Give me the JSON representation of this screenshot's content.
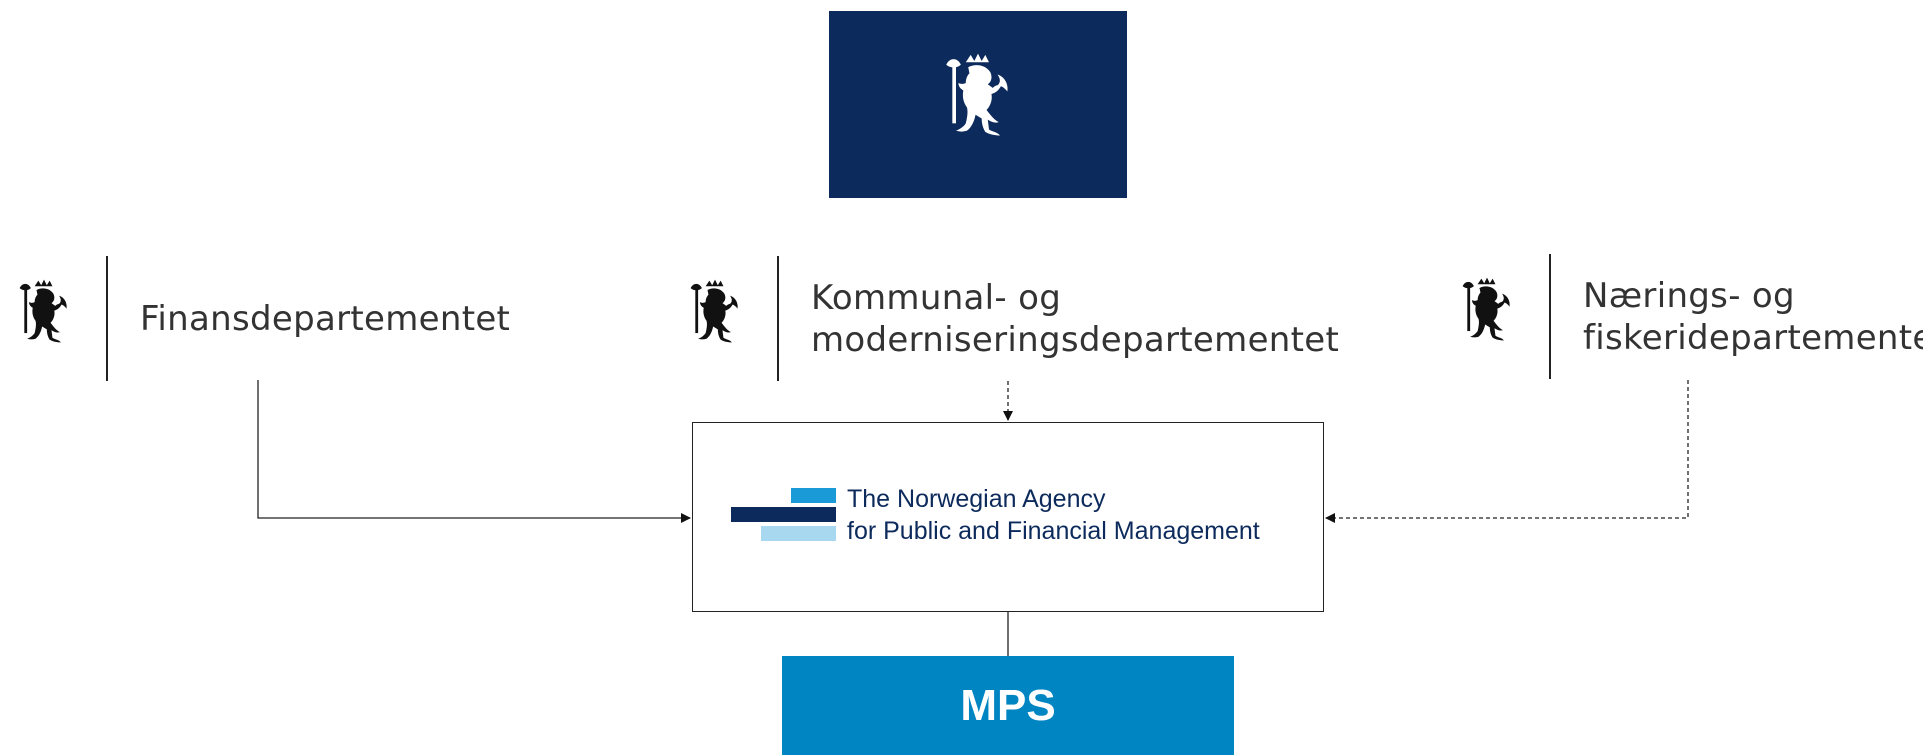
{
  "diagram": {
    "top_emblem": {
      "color": "#0c2a5b",
      "icon": "norwegian-lion-coat-of-arms-icon"
    },
    "ministries": [
      {
        "name_lines": [
          "Finansdepartementet"
        ],
        "icon": "norwegian-lion-icon",
        "link": "solid"
      },
      {
        "name_lines": [
          "Kommunal- og",
          "moderniseringsdepartementet"
        ],
        "icon": "norwegian-lion-icon",
        "link": "dashed"
      },
      {
        "name_lines": [
          "Nærings- og",
          "fiskeridepartementet"
        ],
        "icon": "norwegian-lion-icon",
        "link": "dashed"
      }
    ],
    "agency": {
      "name_line1": "The Norwegian Agency",
      "name_line2": "for Public and Financial Management",
      "logo_colors": [
        "#1a9ad6",
        "#0c2a5b",
        "#a7d8ef"
      ]
    },
    "mps": {
      "label": "MPS",
      "color": "#0085c3"
    }
  }
}
